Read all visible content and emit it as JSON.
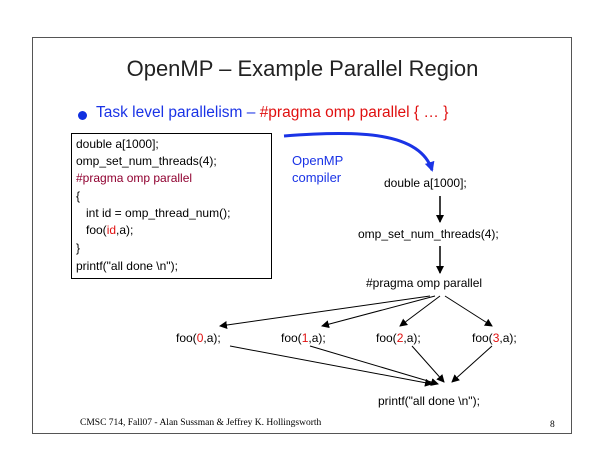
{
  "title": "OpenMP – Example Parallel Region",
  "bullet": {
    "prefix": "Task level parallelism – ",
    "pragma": "#pragma omp parallel { … }"
  },
  "code": {
    "line1": "double a[1000];",
    "line2": "omp_set_num_threads(4);",
    "line3": "#pragma omp parallel",
    "line4": "{",
    "line5_prefix": "int id = omp_thread_num();",
    "line6_prefix": "foo(",
    "line6_id": "id",
    "line6_suffix": ",a);",
    "line7": "}",
    "line8": "printf(\"all done \\n\");"
  },
  "compiler_label": {
    "line1": "OpenMP",
    "line2": "compiler"
  },
  "flow": {
    "decl": "double a[1000];",
    "set_threads": "omp_set_num_threads(4);",
    "pragma": "#pragma omp parallel",
    "foo_calls": [
      {
        "prefix": "foo(",
        "id": "0",
        "suffix": ",a);"
      },
      {
        "prefix": "foo(",
        "id": "1",
        "suffix": ",a);"
      },
      {
        "prefix": "foo(",
        "id": "2",
        "suffix": ",a);"
      },
      {
        "prefix": "foo(",
        "id": "3",
        "suffix": ",a);"
      }
    ],
    "done": "printf(\"all done \\n\");"
  },
  "footer": "CMSC 714, Fall07 - Alan Sussman & Jeffrey K. Hollingsworth",
  "page_number": "8",
  "colors": {
    "blue": "#1a33e6",
    "red": "#e01010",
    "maroon": "#900030"
  }
}
